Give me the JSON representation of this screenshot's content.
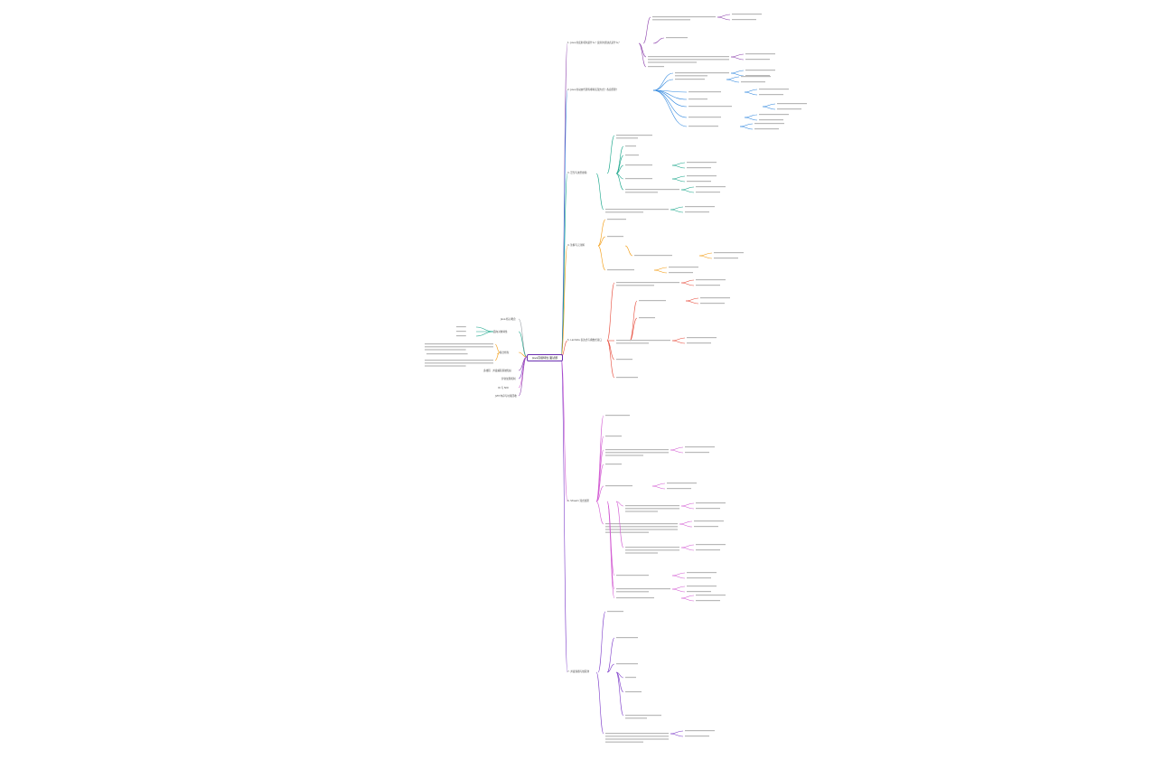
{
  "root": {
    "label": "Java高级特性 面试题"
  },
  "colors": {
    "purple": "#8e44ad",
    "blue": "#2e86de",
    "teal": "#17a589",
    "orange": "#f39c12",
    "red": "#e74c3c",
    "magenta": "#d35dd3",
    "violet": "#7d3cc9",
    "gray": "#9aa0a6"
  },
  "left": [
    {
      "label": "Java 核心概念"
    },
    {
      "label": "面向对象特性"
    },
    {
      "label": "集合框架"
    },
    {
      "label": "多线程 · 并发编程基础知识"
    },
    {
      "label": "异常处理机制"
    },
    {
      "label": "IO 与 NIO"
    },
    {
      "label": "JVM 内存与垃圾回收"
    }
  ],
  "branches": [
    {
      "label": "1. Java 的反射机制是什么？反射的优缺点是什么？"
    },
    {
      "label": "2. Java 的动态代理有哪些实现方式？各自原理？"
    },
    {
      "label": "3. 泛型与类型擦除"
    },
    {
      "label": "4. 注解与元注解"
    },
    {
      "label": "5. Lambda 表达式与函数式接口"
    },
    {
      "label": "6. Stream 流式处理"
    },
    {
      "label": "7. 并发容器与线程池"
    }
  ]
}
